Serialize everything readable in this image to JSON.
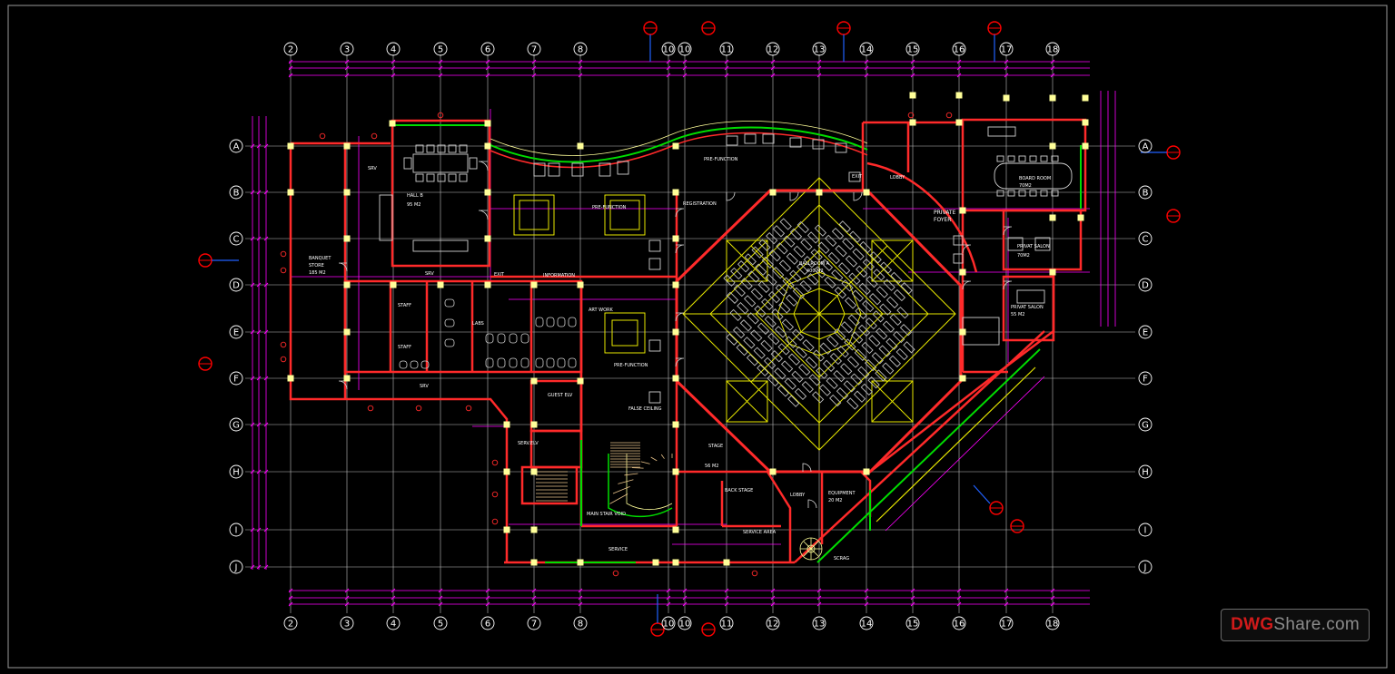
{
  "grid": {
    "columns": [
      "2",
      "3",
      "4",
      "5",
      "6",
      "7",
      "8",
      "10",
      "10",
      "11",
      "12",
      "13",
      "14",
      "15",
      "16",
      "17",
      "18"
    ],
    "rows": [
      "A",
      "B",
      "C",
      "D",
      "E",
      "F",
      "G",
      "H",
      "I",
      "J"
    ]
  },
  "rooms": {
    "srv_top": "SRV",
    "hall_b": "HALL B",
    "hall_b_area": "95 M2",
    "banquet": "BANQUET",
    "banquet_store": "STORE",
    "banquet_area": "185 M2",
    "srv_mid": "SRV",
    "staff_1": "STAFF",
    "staff_2": "STAFF",
    "labs": "LABS",
    "exit_1": "EXIT",
    "exit_2": "EXIT",
    "information": "INFORMATION",
    "pre_function_1": "PRE-FUNCTION",
    "pre_function_2": "PRE-FUNCTION",
    "pre_function_3": "PRE-FUNCTION",
    "art_work": "ART WORK",
    "false_ceiling": "FALSE CEILING",
    "srv_bottom": "SRV",
    "service_elevator": "SERV.ELV",
    "guest_elevator": "GUEST ELV",
    "main_stair_void": "MAIN STAIR VOID",
    "service": "SERVICE",
    "registration": "REGISTRATION",
    "hall_a": "BALLROOM A",
    "hall_a_area": "400 M2",
    "stage": "STAGE",
    "stage_area": "56 M2",
    "back_stage": "BACK STAGE",
    "lobby_1": "LOBBY",
    "lobby_2": "LOBBY",
    "equipment": "EQUIPMENT",
    "equipment_area": "20 M2",
    "service_area": "SERVICE AREA",
    "storage": "SCRAG",
    "private_foyer": "PRIVATE",
    "private_foyer_2": "FOYER",
    "board_room": "BOARD ROOM",
    "board_room_area": "70M2",
    "private_salon_1": "PRIVAT SALON",
    "private_salon_1_area": "70M2",
    "private_salon_2": "PRIVAT SALON",
    "private_salon_2_area": "55 M2"
  },
  "watermark": {
    "part1": "DWG",
    "part2": "Share.com"
  },
  "colors": {
    "background": "#000000",
    "wall": "#ff2a2a",
    "dimension": "#ff00ff",
    "grid": "#c8c8c8",
    "column": "#ffff99",
    "furniture": "#bfbfbf",
    "ceiling": "#ffff00",
    "glass": "#00ff00",
    "marker": "#ff0000"
  }
}
